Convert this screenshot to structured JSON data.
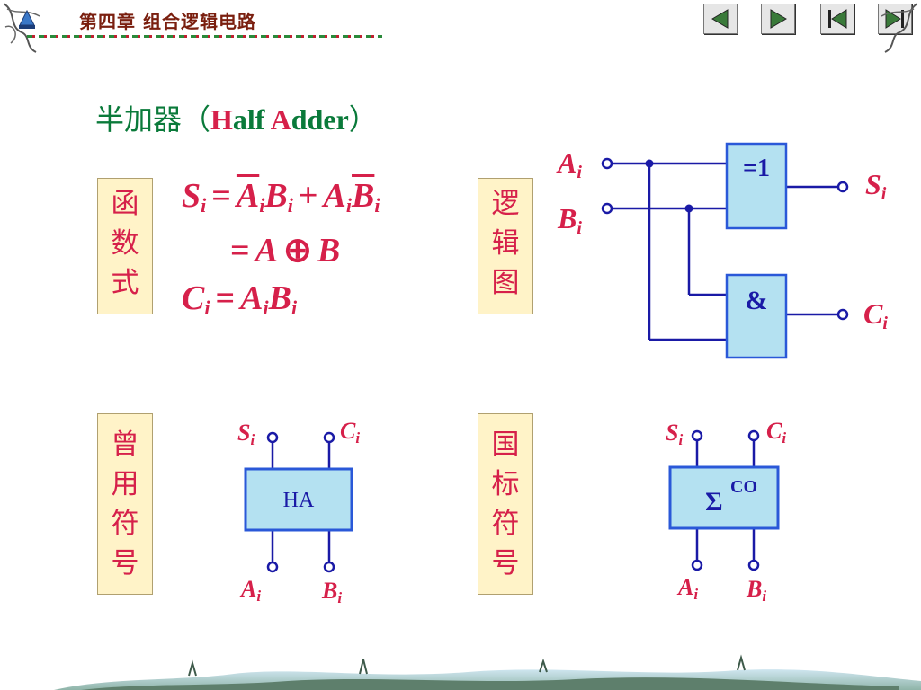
{
  "header": {
    "chapter_title": "第四章  组合逻辑电路",
    "nav": [
      "prev-button",
      "next-button",
      "first-button",
      "last-button"
    ]
  },
  "slide_title": {
    "zh": "半加器（",
    "en_1": "H",
    "en_2": "alf  ",
    "en_3": "A",
    "en_4": "dder",
    "close": "）"
  },
  "labels": {
    "function": [
      "函",
      "数",
      "式"
    ],
    "logic": [
      "逻",
      "辑",
      "图"
    ],
    "old_symbol": [
      "曾",
      "用",
      "符",
      "号"
    ],
    "national_symbol": [
      "国",
      "标",
      "符",
      "号"
    ]
  },
  "formulas": {
    "s_lhs": "S",
    "sub_i": "i",
    "eq": "=",
    "plus": "+",
    "a": "A",
    "b": "B",
    "xor": "⊕",
    "c_lhs": "C"
  },
  "logic_diagram": {
    "xor_gate": "=1",
    "and_gate": "&",
    "in_a": "A",
    "in_b": "B",
    "out_s": "S",
    "out_c": "C",
    "sub": "i"
  },
  "old_symbol_block": {
    "box": "HA",
    "s": "S",
    "c": "C",
    "a": "A",
    "b": "B",
    "sub": "i"
  },
  "national_symbol_block": {
    "sigma": "Σ",
    "co": "CO",
    "s": "S",
    "c": "C",
    "a": "A",
    "b": "B",
    "sub": "i"
  },
  "colors": {
    "wire": "#1a1aa6",
    "gate_fill": "#b4e1f1",
    "gate_border": "#2a58d8",
    "label_red": "#d6204a",
    "title_green": "#0a7a3a"
  }
}
